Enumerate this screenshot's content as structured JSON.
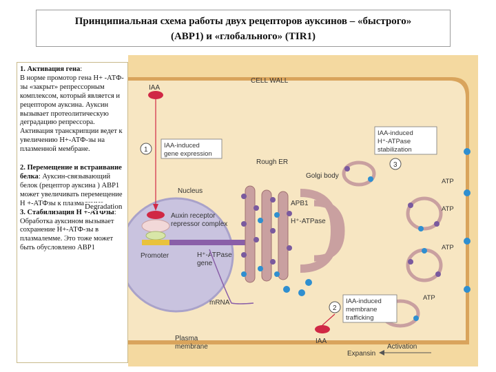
{
  "title": {
    "line1": "Принципиальная схема работы двух рецепторов ауксинов – «быстрого»",
    "line2": "(ABP1) и «глобального» (TIR1)"
  },
  "text_panel": {
    "s1_head": "1. Активация гена",
    "s1_tail": ":",
    "s1_body": "В норме промотор гена Н+ -АТФ-зы «закрыт» репрессорным комплексом, который является и рецептором ауксина. Ауксин вызывает протеолитическую деградацию репрессора. Активация транскрипции ведет к увеличению Н+-АТФ-зы на плазменной мембране.",
    "s2_head": "2. Перемещение и встраивание белка",
    "s2_tail": ":",
    "s2_body": "Ауксин-связывающий белок (рецептор ауксина ) ABP1 может увеличивать перемещение Н +-АТФзы к плазмалемме.",
    "s3_head": "3. Стабилизация Н +-АТФзы",
    "s3_tail": ":",
    "s3_body": "Обработка ауксином вызывает сохранение Н+-АТФ-зы в плазмалемме. Это тоже может быть обусловлено АВР1"
  },
  "degradation_label": "Degradation",
  "diagram": {
    "cell_wall": "CELL WALL",
    "iaa_top": "IAA",
    "iaa_bottom": "IAA",
    "step1": "1",
    "step2": "2",
    "step3": "3",
    "box1_line1": "IAA-induced",
    "box1_line2": "gene expression",
    "box2_line1": "IAA-induced",
    "box2_line2": "membrane",
    "box2_line3": "trafficking",
    "box3_line1": "IAA-induced",
    "box3_line2": "H⁺-ATPase",
    "box3_line3": "stabilization",
    "rough_er": "Rough ER",
    "golgi": "Golgi body",
    "nucleus": "Nucleus",
    "auxin_receptor_line1": "Auxin receptor",
    "auxin_receptor_line2": "repressor complex",
    "promoter": "Promoter",
    "gene_line1": "H⁺-ATPase",
    "gene_line2": "gene",
    "apb1": "APB1",
    "h_atpase": "H⁺-ATPase",
    "mrna": "mRNA",
    "atp1": "ATP",
    "atp2": "ATP",
    "atp3": "ATP",
    "atp4": "ATP",
    "plasma_line1": "Plasma",
    "plasma_line2": "membrane",
    "expansin": "Expansin",
    "activation": "Activation",
    "colors": {
      "wall": "#f4d9a0",
      "cytoplasm": "#f7e6c2",
      "membrane": "#d9a45c",
      "nucleus": "#c9c3df",
      "purple": "#7a5a9e",
      "blue": "#2f8fd0",
      "red": "#d02845",
      "er": "#c9a0a0"
    }
  }
}
